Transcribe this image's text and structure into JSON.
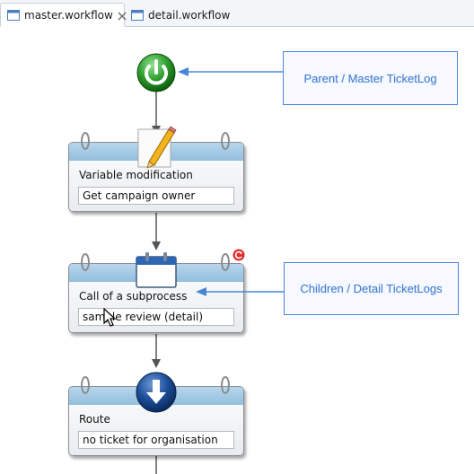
{
  "tabs": [
    {
      "label": "master.workflow",
      "active": true,
      "closable": true
    },
    {
      "label": "detail.workflow",
      "active": false,
      "closable": false
    }
  ],
  "start_node": {
    "icon": "power-start-icon",
    "color": "#2f9e2f"
  },
  "nodes": [
    {
      "title": "Variable modification",
      "value": "Get campaign owner",
      "icon": "pencil-note-icon"
    },
    {
      "title": "Call of a subprocess",
      "value": "sample review (detail)",
      "icon": "calendar-icon",
      "badge": "refresh-badge-icon"
    },
    {
      "title": "Route",
      "value": "no ticket for organisation",
      "icon": "down-arrow-circle-icon"
    }
  ],
  "callouts": {
    "parent": "Parent / Master TicketLog",
    "children": "Children / Detail TicketLogs"
  },
  "colors": {
    "accent_blue": "#4a86d8",
    "card_band": "#a6cbe6",
    "start_green": "#2f9e2f",
    "route_blue": "#1d4f9a"
  }
}
